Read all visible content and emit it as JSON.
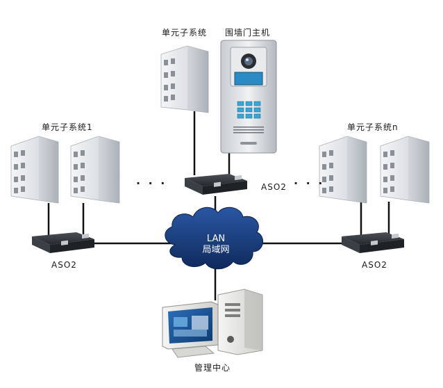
{
  "labels": {
    "subsystem_top": "单元子系统",
    "door_station": "围墙门主机",
    "subsystem_left": "单元子系统1",
    "subsystem_right": "单元子系统n",
    "aso_top": "ASO2",
    "aso_left": "ASO2",
    "aso_right": "ASO2",
    "lan_en": "LAN",
    "lan_cn": "局域网",
    "management": "管理中心",
    "ellipsis_left": "· · ·",
    "ellipsis_right": "· · ·"
  },
  "colors": {
    "cloud": "#16366e",
    "line": "#111111",
    "building": "#d9dde2",
    "switch": "#2b2f33"
  }
}
